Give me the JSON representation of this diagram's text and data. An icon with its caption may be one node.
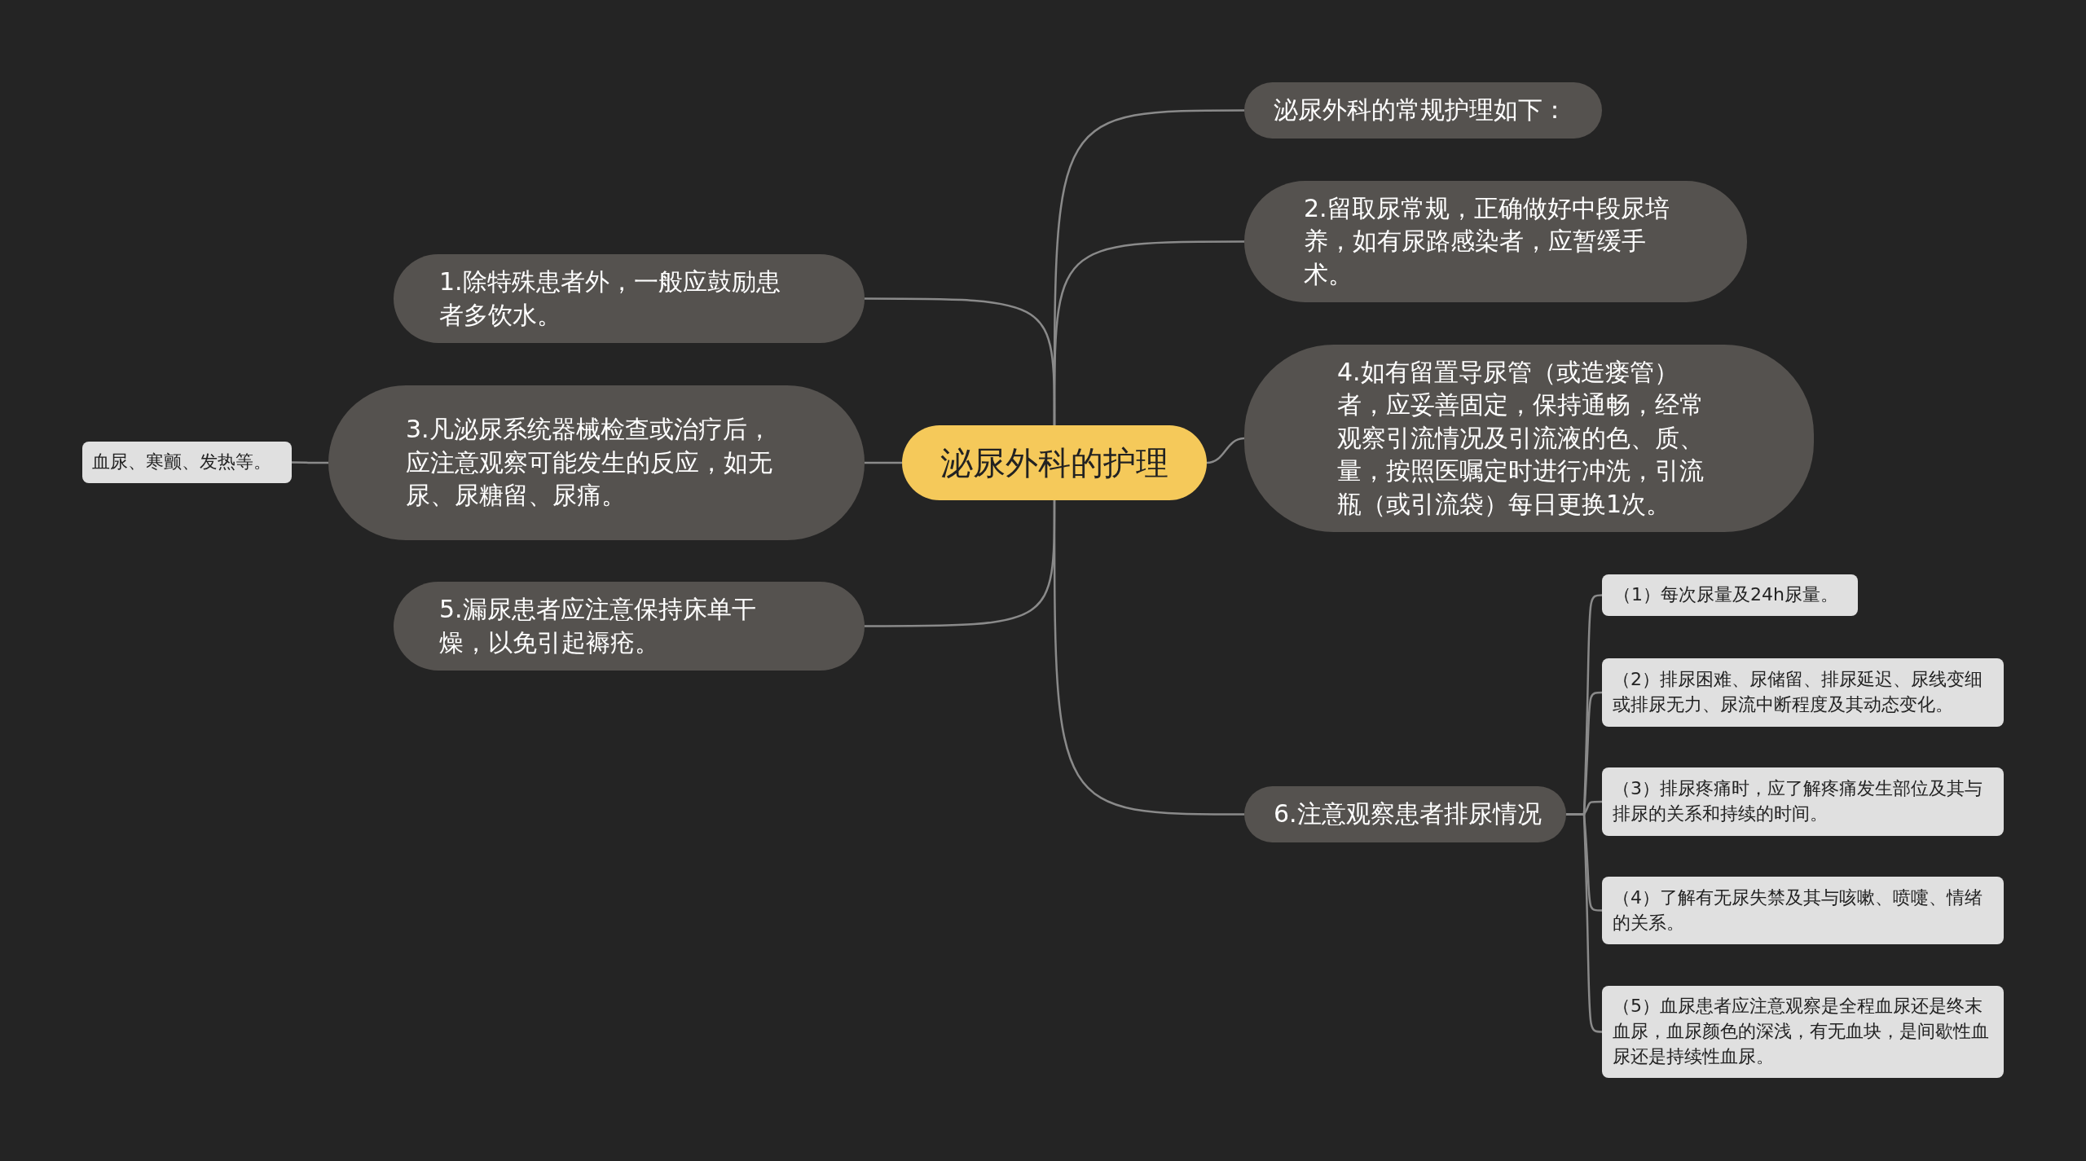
{
  "diagram": {
    "nodes": [
      {
        "text": [
          "泌尿外科的护理"
        ]
      },
      {
        "text": [
          "1.除特殊患者外，一般应鼓励患者多饮水。"
        ]
      },
      {
        "text": [
          "3.凡泌尿系统器械检查或治疗后，应注意观察可能发生的反应，如无尿、尿糖留、尿痛。"
        ]
      },
      {
        "text": [
          "血尿、寒颤、发热等。"
        ]
      },
      {
        "text": [
          "5.漏尿患者应注意保持床单干燥，以免引起褥疮。"
        ]
      },
      {
        "text": [
          "泌尿外科的常规护理如下："
        ]
      },
      {
        "text": [
          "2.留取尿常规，正确做好中段尿培养，如有尿路感染者，应暂缓手术。"
        ]
      },
      {
        "text": [
          "4.如有留置导尿管（或造瘘管）者，应妥善固定，保持通畅，经常观察引流情况及引流液的色、质、量，按照医嘱定时进行冲洗，引流瓶（或引流袋）每日更换1次。"
        ]
      },
      {
        "text": [
          "6.注意观察患者排尿情况"
        ]
      },
      {
        "text": [
          "（1）每次尿量及24h尿量。"
        ]
      },
      {
        "text": [
          "（2）排尿困难、尿储留、排尿延迟、尿线变细或排尿无力、尿流中断程度及其动态变化。"
        ]
      },
      {
        "text": [
          "（3）排尿疼痛时，应了解疼痛发生部位及其与排尿的关系和持续的时间。"
        ]
      },
      {
        "text": [
          "（4）了解有无尿失禁及其与咳嗽、喷嚏、情绪的关系。"
        ]
      },
      {
        "text": [
          "（5）血尿患者应注意观察是全程血尿还是终末血尿，血尿颜色的深浅，有无血块，是间歇性血尿还是持续性血尿。"
        ]
      }
    ],
    "edges": [
      {
        "from": 0,
        "to": 1,
        "arrow": "none"
      },
      {
        "from": 0,
        "to": 2,
        "arrow": "none"
      },
      {
        "from": 2,
        "to": 3,
        "arrow": "none"
      },
      {
        "from": 0,
        "to": 4,
        "arrow": "none"
      },
      {
        "from": 0,
        "to": 5,
        "arrow": "none"
      },
      {
        "from": 0,
        "to": 6,
        "arrow": "none"
      },
      {
        "from": 0,
        "to": 7,
        "arrow": "none"
      },
      {
        "from": 0,
        "to": 8,
        "arrow": "none"
      },
      {
        "from": 8,
        "to": 9,
        "arrow": "none"
      },
      {
        "from": 8,
        "to": 10,
        "arrow": "none"
      },
      {
        "from": 8,
        "to": 11,
        "arrow": "none"
      },
      {
        "from": 8,
        "to": 12,
        "arrow": "none"
      },
      {
        "from": 8,
        "to": 13,
        "arrow": "none"
      }
    ]
  }
}
